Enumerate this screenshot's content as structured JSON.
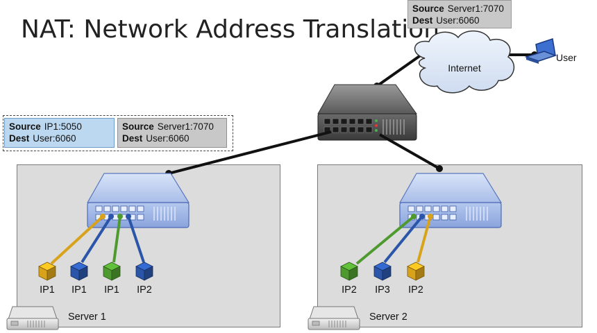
{
  "title": "NAT: Network Address Translation",
  "internet_label": "Internet",
  "user_label": "User",
  "header_internet": {
    "source_key": "Source",
    "source_val": "Server1:7070",
    "dest_key": "Dest",
    "dest_val": "User:6060"
  },
  "header_inside": {
    "source_key": "Source",
    "source_val": "IP1:5050",
    "dest_key": "Dest",
    "dest_val": "User:6060"
  },
  "header_outside": {
    "source_key": "Source",
    "source_val": "Server1:7070",
    "dest_key": "Dest",
    "dest_val": "User:6060"
  },
  "server1": {
    "label": "Server 1",
    "containers": [
      {
        "label": "IP1",
        "color": "#d9a21b"
      },
      {
        "label": "IP1",
        "color": "#2a55a8"
      },
      {
        "label": "IP1",
        "color": "#4e9a2f"
      },
      {
        "label": "IP2",
        "color": "#2a55a8"
      }
    ]
  },
  "server2": {
    "label": "Server 2",
    "containers": [
      {
        "label": "IP2",
        "color": "#4e9a2f"
      },
      {
        "label": "IP3",
        "color": "#2a55a8"
      },
      {
        "label": "IP2",
        "color": "#d9a21b"
      }
    ]
  }
}
